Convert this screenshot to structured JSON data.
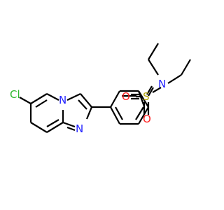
{
  "molecule": {
    "atoms": {
      "cl": {
        "label": "Cl",
        "color": "#2db82d"
      },
      "n_bridge": {
        "label": "N",
        "color": "#2323ff"
      },
      "n_imine": {
        "label": "N",
        "color": "#2323ff"
      },
      "n_amide": {
        "label": "N",
        "color": "#2323ff"
      },
      "s": {
        "label": "S",
        "color": "#b2a100"
      },
      "o_left": {
        "label": "O",
        "color": "#ff1f1f"
      },
      "o_bottom": {
        "label": "O",
        "color": "#ff1f1f"
      }
    },
    "bond_color": "#000000"
  }
}
